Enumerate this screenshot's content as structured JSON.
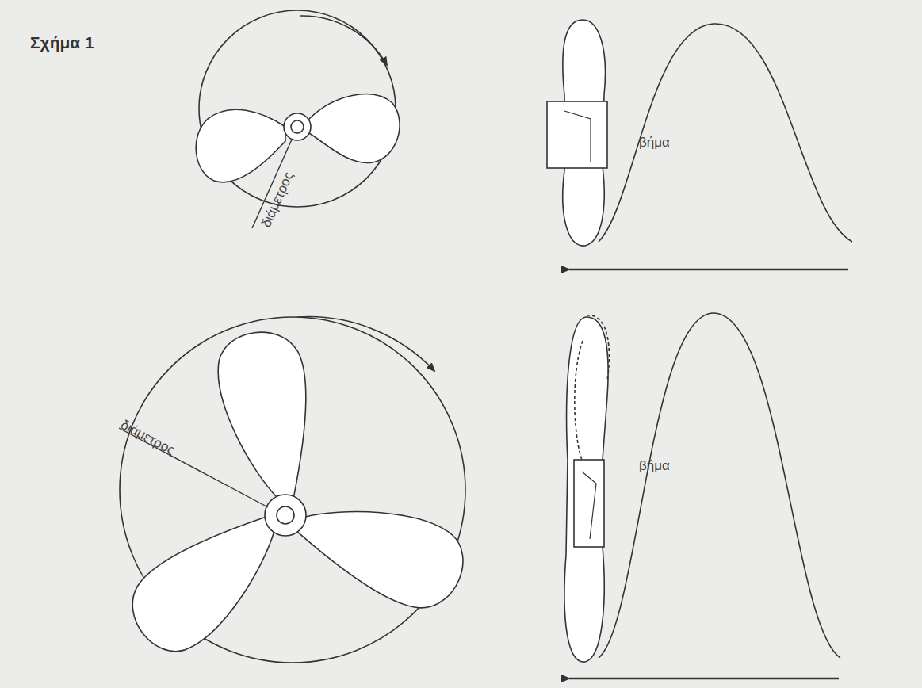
{
  "diagram": {
    "title": "Σχήμα 1",
    "labels": [
      "διάμετρος",
      "βήμα",
      "διάμετρος",
      "βήμα"
    ]
  }
}
